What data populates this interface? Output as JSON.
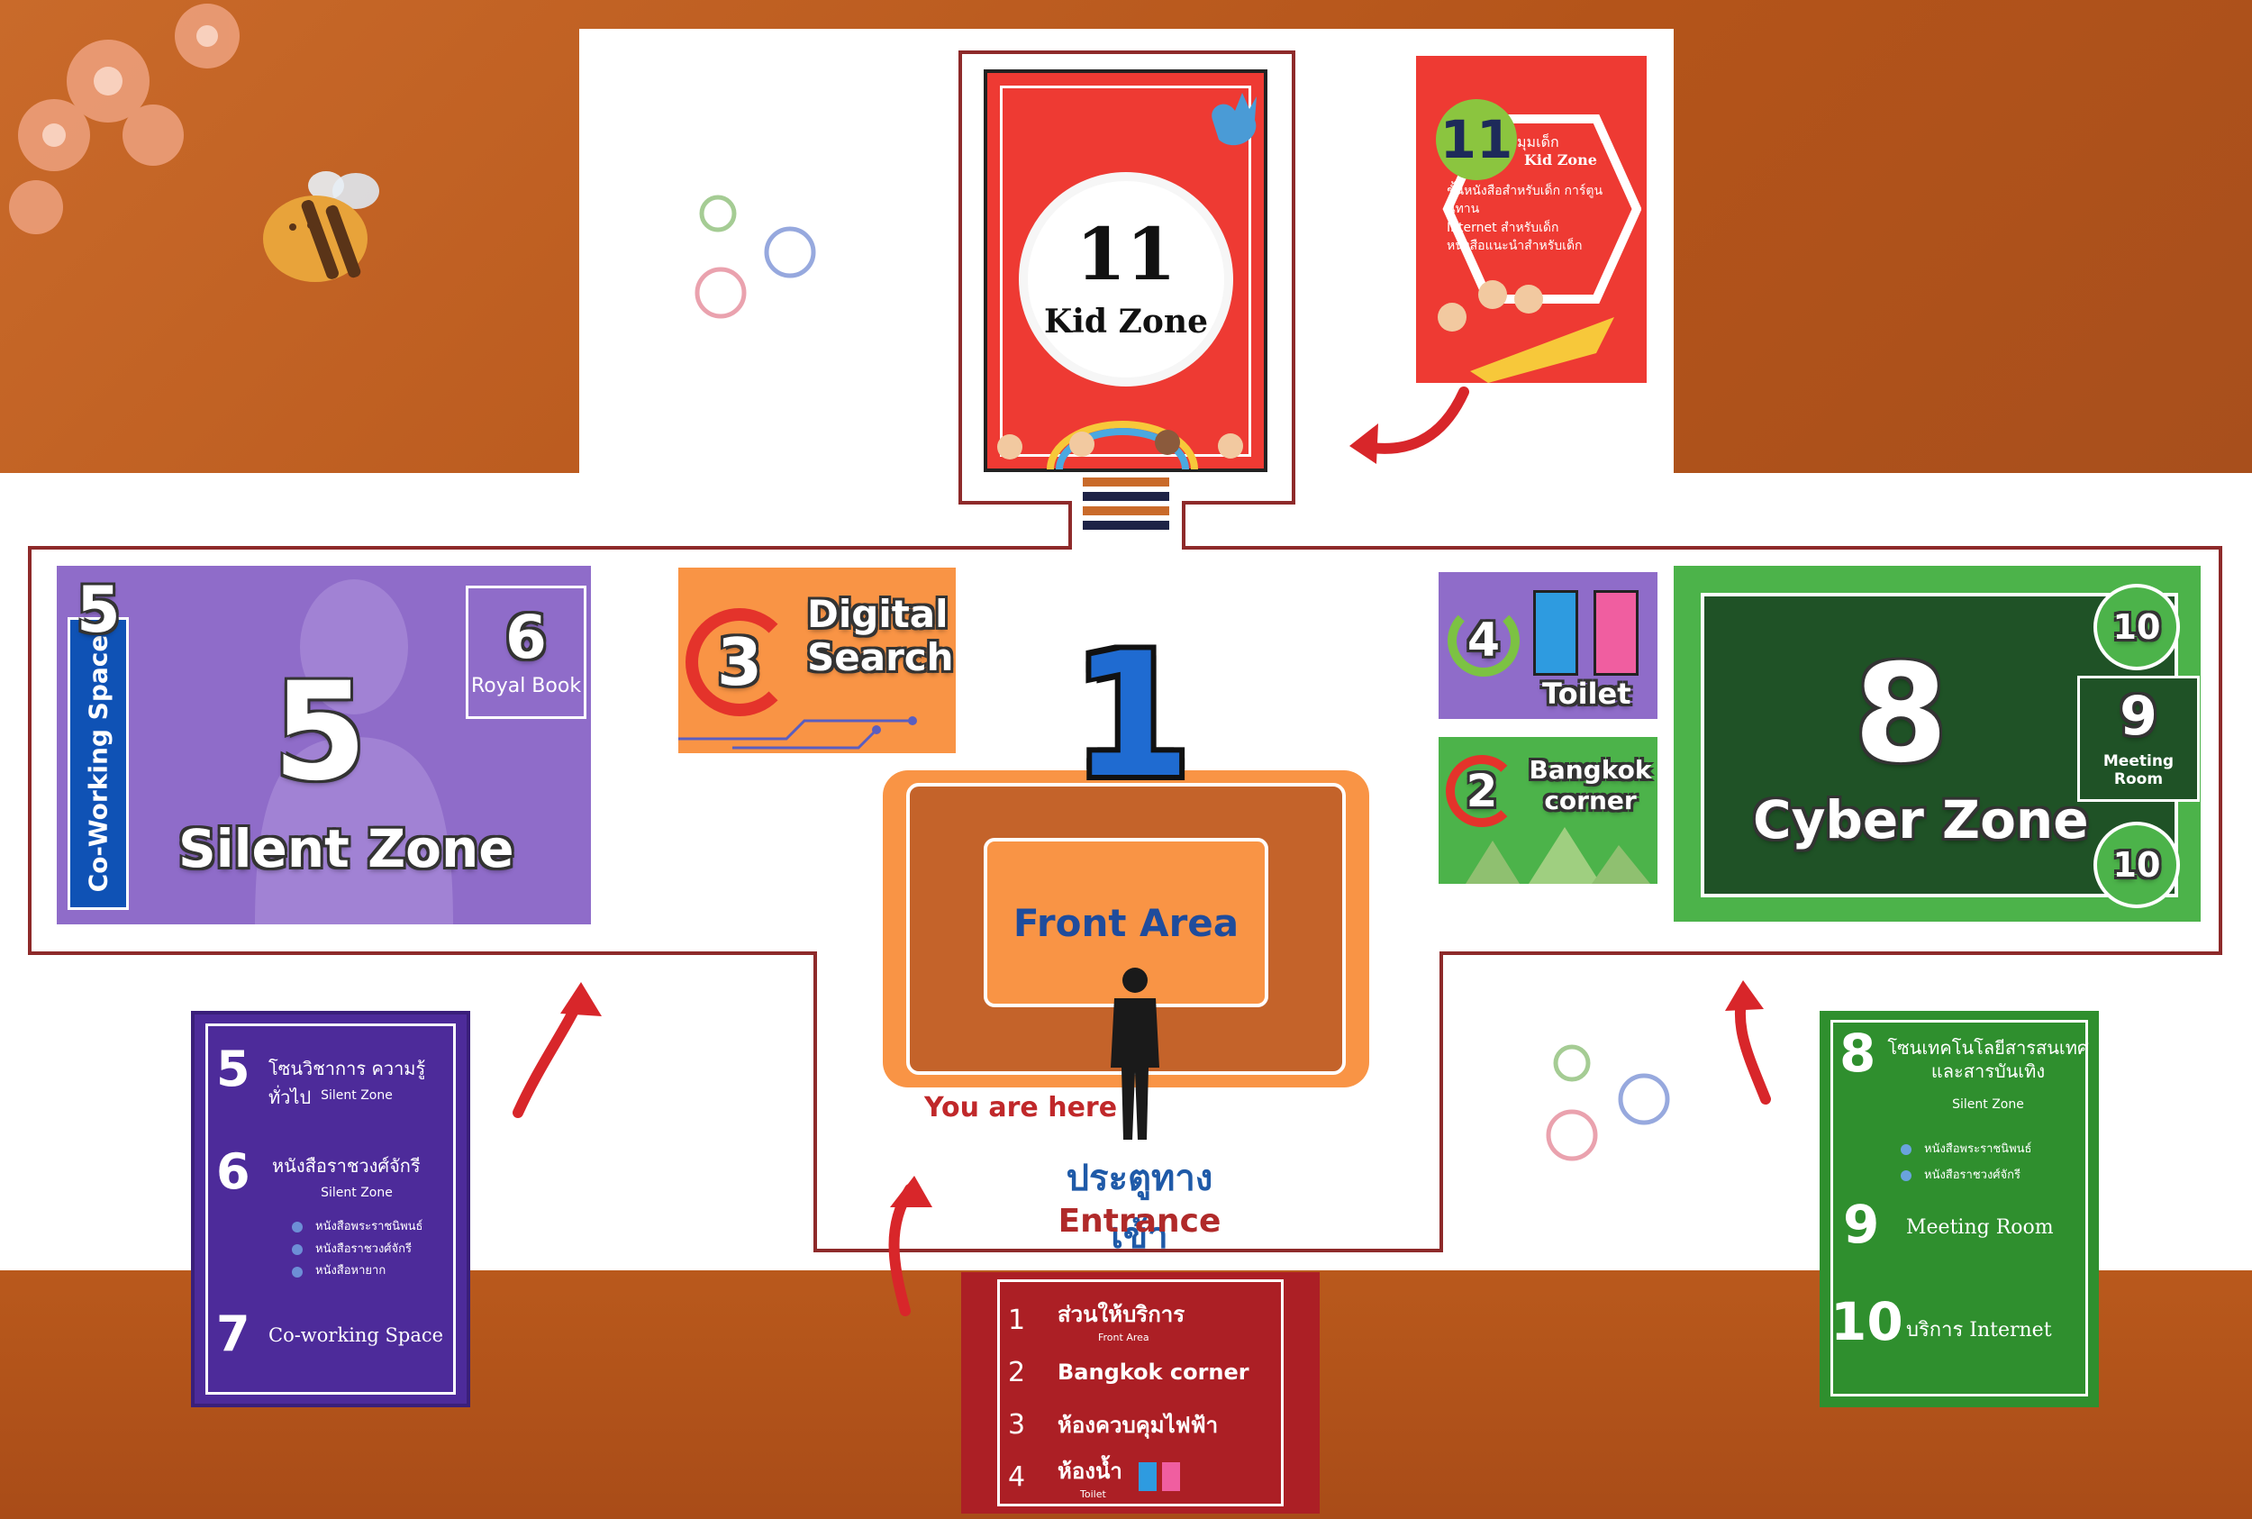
{
  "kid_zone": {
    "number": "11",
    "title": "Kid Zone"
  },
  "kid_sign": {
    "number": "11",
    "thai_title": "มุมเด็ก",
    "en_title": "Kid Zone",
    "items": [
      "ชั้นหนังสือสำหรับเด็ก การ์ตูน นิทาน",
      "Internet สำหรับเด็ก",
      "หนังสือแนะนำสำหรับเด็ก"
    ]
  },
  "silent_zone": {
    "number": "5",
    "title": "Silent Zone",
    "side_number": "5",
    "side_label": "Co-Working Space",
    "royal_number": "6",
    "royal_label": "Royal Book"
  },
  "digital_search": {
    "number": "3",
    "line1": "Digital",
    "line2": "Search"
  },
  "front_area": {
    "number": "1",
    "label": "Front Area",
    "you_are_here": "You are here"
  },
  "toilet": {
    "number": "4",
    "label": "Toilet"
  },
  "bangkok_corner": {
    "number": "2",
    "line1": "Bangkok",
    "line2": "corner"
  },
  "cyber_zone": {
    "number": "8",
    "title": "Cyber Zone",
    "meeting_number": "9",
    "meeting_label": "Meeting Room",
    "internet_top": "10",
    "internet_bottom": "10"
  },
  "entrance": {
    "thai": "ประตูทางเข้า",
    "en": "Entrance"
  },
  "left_sign": {
    "z5_number": "5",
    "z5_thai": "โซนวิชาการ ความรู้ทั่วไป",
    "z5_en": "Silent Zone",
    "z6_number": "6",
    "z6_thai": "หนังสือราชวงศ์จักรี",
    "z6_en": "Silent Zone",
    "z6_items": [
      "หนังสือพระราชนิพนธ์",
      "หนังสือราชวงศ์จักรี",
      "หนังสือหายาก"
    ],
    "z7_number": "7",
    "z7_label": "Co-working Space"
  },
  "center_sign": {
    "rows": [
      {
        "number": "1",
        "label": "ส่วนให้บริการ",
        "sub": "Front Area"
      },
      {
        "number": "2",
        "label": "Bangkok corner",
        "sub": ""
      },
      {
        "number": "3",
        "label": "ห้องควบคุมไฟฟ้า",
        "sub": ""
      },
      {
        "number": "4",
        "label": "ห้องน้ำ",
        "sub": "Toilet"
      }
    ]
  },
  "right_sign": {
    "z8_number": "8",
    "z8_thai_line1": "โซนเทคโนโลยีสารสนเทศ",
    "z8_thai_line2": "และสารบันเทิง",
    "z8_en": "Silent Zone",
    "z8_items": [
      "หนังสือพระราชนิพนธ์",
      "หนังสือราชวงศ์จักรี"
    ],
    "z9_number": "9",
    "z9_label": "Meeting Room",
    "z10_number": "10",
    "z10_label": "บริการ Internet"
  },
  "colors": {
    "floor_line": "#8e2a2a",
    "arrow": "#d8262a",
    "purple": "#8f6cc9",
    "green": "#4cb34a",
    "dark_green": "#1f5226",
    "orange": "#f99445",
    "red": "#ee3a33"
  }
}
